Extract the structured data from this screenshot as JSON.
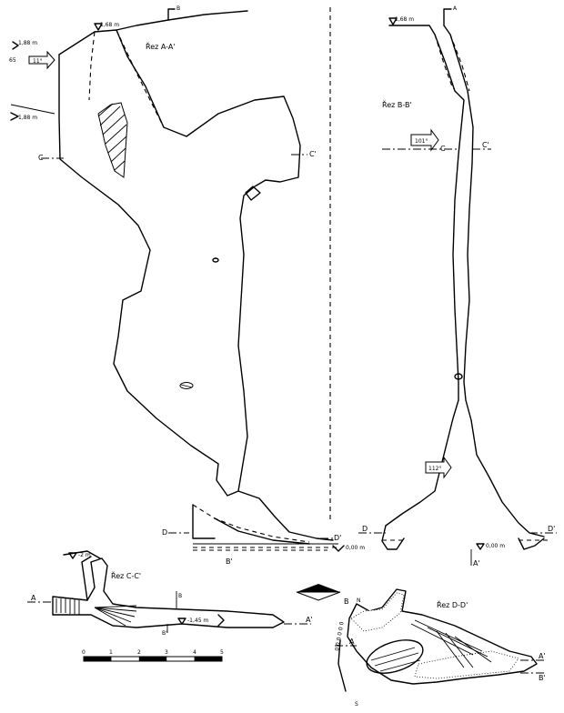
{
  "sections": {
    "aa_title": "Řez A-A'",
    "bb_title": "Řez B-B'",
    "cc_title": "Řez C-C'",
    "dd_title": "Řez D-D'"
  },
  "markers": {
    "a": "A",
    "a_prime": "A'",
    "b": "B",
    "b_prime": "B'",
    "c": "C",
    "c_prime": "C'",
    "d": "D",
    "d_prime": "D'"
  },
  "elevations": {
    "aa_top": "1,68 m",
    "aa_left_upper": "1,88 m",
    "aa_left_lower": "1,88 m",
    "aa_bottom": "0,00 m",
    "bb_top": "1,68 m",
    "bb_bottom": "0,00 m",
    "cc_left": "-2 m",
    "cc_right": "-1,45 m"
  },
  "dips": {
    "aa_entrance": "11°",
    "bb_upper": "101°",
    "bb_lower": "112°",
    "side_code": "65"
  },
  "scale": {
    "ticks": [
      "0",
      "1",
      "2",
      "3",
      "4",
      "5"
    ]
  },
  "compass": {
    "north": "N",
    "south": "S",
    "rim_text": "0 0 0 0 0 0"
  }
}
